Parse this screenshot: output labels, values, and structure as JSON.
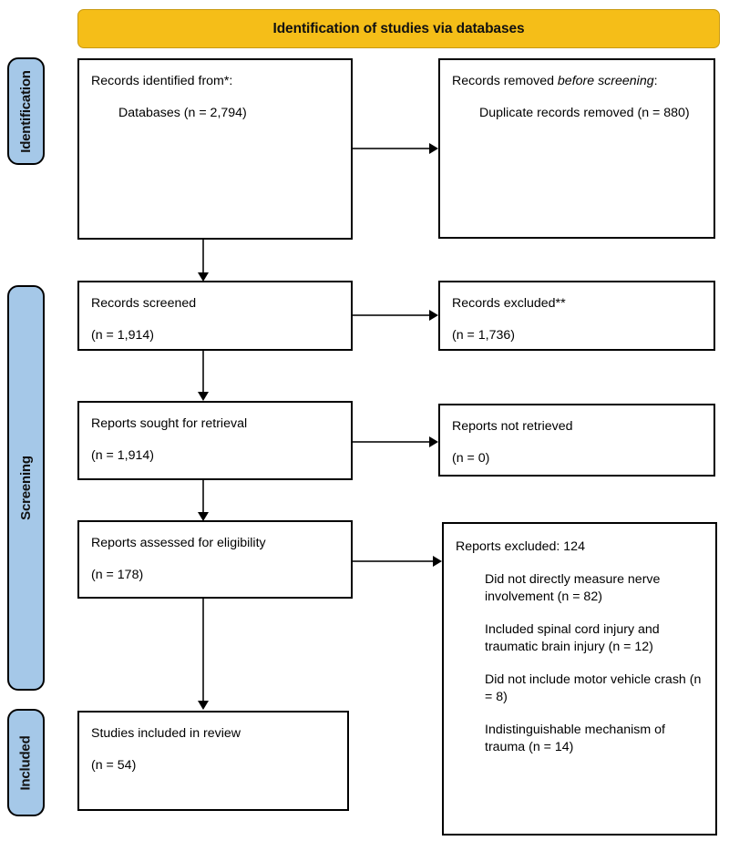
{
  "banner": {
    "title": "Identification of studies via databases",
    "color": "#F5BE18"
  },
  "stages": {
    "identification": "Identification",
    "screening": "Screening",
    "included": "Included",
    "color": "#A5C8E8"
  },
  "boxes": {
    "identified": {
      "line1": "Records identified from*:",
      "line2": "Databases (n = 2,794)"
    },
    "removed_before": {
      "line1_pre": "Records removed ",
      "line1_italic": "before screening",
      "line1_post": ":",
      "line2": "Duplicate records removed (n = 880)"
    },
    "screened": {
      "line1": "Records screened",
      "line2": "(n = 1,914)"
    },
    "records_excluded": {
      "line1": "Records excluded**",
      "line2": "(n = 1,736)"
    },
    "sought": {
      "line1": "Reports sought for retrieval",
      "line2": "(n = 1,914)"
    },
    "not_retrieved": {
      "line1": "Reports not retrieved",
      "line2": "(n = 0)"
    },
    "assessed": {
      "line1": "Reports assessed for eligibility",
      "line2": "(n = 178)"
    },
    "reports_excluded": {
      "heading": "Reports excluded: 124",
      "reasons": [
        "Did not directly measure nerve involvement (n = 82)",
        "Included spinal cord injury and traumatic brain injury (n = 12)",
        "Did not include motor vehicle crash (n = 8)",
        "Indistinguishable mechanism of trauma (n = 14)"
      ]
    },
    "included_review": {
      "line1": "Studies included in review",
      "line2": "(n = 54)"
    }
  },
  "chart_data": {
    "type": "diagram",
    "title": "PRISMA flow diagram",
    "nodes": [
      {
        "id": "identified",
        "label": "Records identified from*: Databases",
        "n": 2794
      },
      {
        "id": "removed_before",
        "label": "Duplicate records removed",
        "n": 880
      },
      {
        "id": "screened",
        "label": "Records screened",
        "n": 1914
      },
      {
        "id": "records_excluded",
        "label": "Records excluded**",
        "n": 1736
      },
      {
        "id": "sought",
        "label": "Reports sought for retrieval",
        "n": 1914
      },
      {
        "id": "not_retrieved",
        "label": "Reports not retrieved",
        "n": 0
      },
      {
        "id": "assessed",
        "label": "Reports assessed for eligibility",
        "n": 178
      },
      {
        "id": "reports_excluded",
        "label": "Reports excluded",
        "n": 124
      },
      {
        "id": "included_review",
        "label": "Studies included in review",
        "n": 54
      }
    ],
    "exclusion_breakdown": [
      {
        "reason": "Did not directly measure nerve involvement",
        "n": 82
      },
      {
        "reason": "Included spinal cord injury and traumatic brain injury",
        "n": 12
      },
      {
        "reason": "Did not include motor vehicle crash",
        "n": 8
      },
      {
        "reason": "Indistinguishable mechanism of trauma",
        "n": 14
      }
    ],
    "stages": [
      "Identification",
      "Screening",
      "Included"
    ]
  }
}
